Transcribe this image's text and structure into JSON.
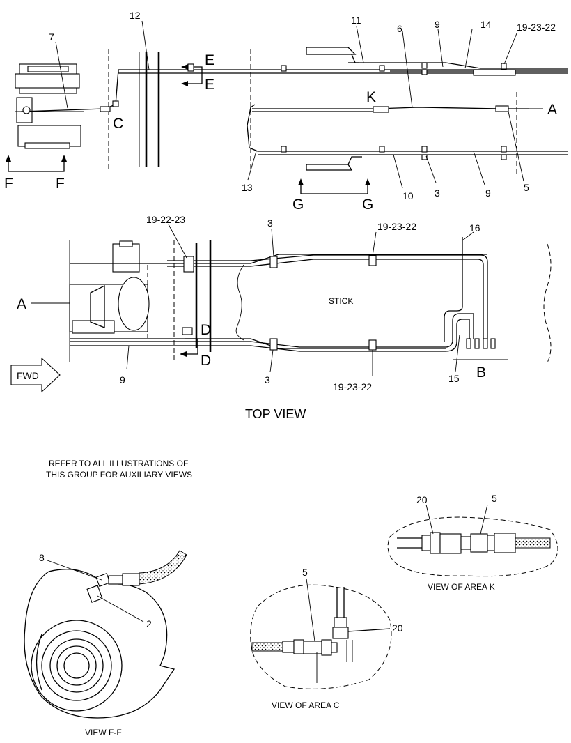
{
  "top_view": {
    "title": "TOP VIEW",
    "stick_label": "STICK",
    "fwd_label": "FWD",
    "callouts": {
      "c7": "7",
      "c12": "12",
      "c11": "11",
      "c6": "6",
      "c9a": "9",
      "c14": "14",
      "ref_top_right": "19-23-22",
      "c13": "13",
      "c10": "10",
      "c3a": "3",
      "c9b": "9",
      "c5a": "5",
      "ref_upper_left": "19-22-23",
      "c3b": "3",
      "ref_upper_mid": "19-23-22",
      "c16": "16",
      "c9c": "9",
      "c3c": "3",
      "ref_lower_mid": "19-23-22",
      "c15": "15"
    },
    "section_letters": {
      "E1": "E",
      "E2": "E",
      "K": "K",
      "A1": "A",
      "C": "C",
      "F1": "F",
      "F2": "F",
      "G1": "G",
      "G2": "G",
      "A2": "A",
      "D1": "D",
      "D2": "D",
      "B": "B"
    }
  },
  "note": {
    "line1": "REFER TO ALL ILLUSTRATIONS OF",
    "line2": "THIS GROUP FOR AUXILIARY VIEWS"
  },
  "view_ff": {
    "title": "VIEW F-F",
    "c8": "8",
    "c2": "2"
  },
  "view_c": {
    "title": "VIEW OF AREA C",
    "c5": "5",
    "c20": "20"
  },
  "view_k": {
    "title": "VIEW OF AREA K",
    "c20": "20",
    "c5": "5"
  }
}
